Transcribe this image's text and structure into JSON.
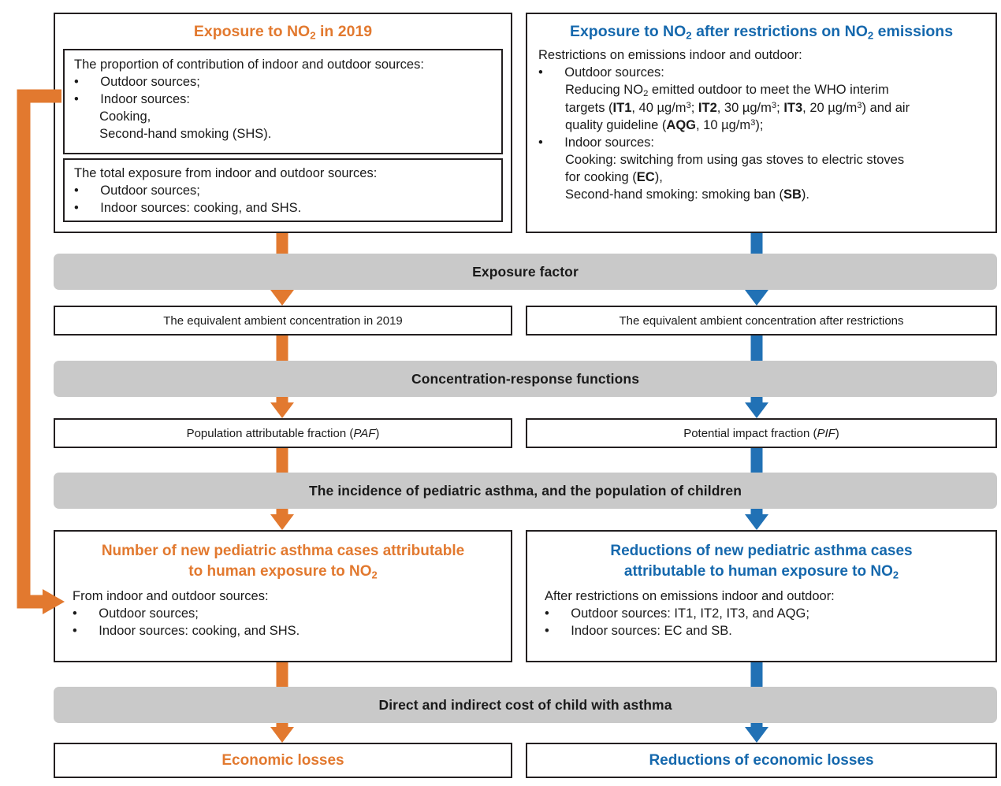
{
  "colors": {
    "orange": "#E2792F",
    "blue": "#2171B5",
    "title_blue": "#1568AD",
    "gray_bar": "#C9C9C9",
    "outline": "#231F20"
  },
  "left_column": {
    "title": "Exposure to NO2 in 2019",
    "box1": {
      "lead": "The proportion of contribution of indoor and outdoor sources:",
      "lines": [
        "•      Outdoor sources;",
        "•      Indoor sources:",
        "       Cooking,",
        "       Second-hand smoking (SHS)."
      ]
    },
    "box2": {
      "lead": "The total exposure from indoor and outdoor sources:",
      "lines": [
        "•      Outdoor sources;",
        "•      Indoor sources: cooking, and SHS."
      ]
    },
    "concentration_box": "The equivalent ambient concentration in 2019",
    "fraction_box": "Population attributable fraction (PAF)",
    "fraction_box_italic": "PAF",
    "result": {
      "title_line1": "Number of new pediatric asthma cases attributable",
      "title_line2": "to human exposure to NO2",
      "lead": "From indoor and outdoor sources:",
      "lines": [
        "•      Outdoor sources;",
        "•      Indoor sources: cooking, and SHS."
      ]
    },
    "final": "Economic losses"
  },
  "right_column": {
    "title": "Exposure to NO2 after restrictions on NO2 emissions",
    "box1": {
      "lead": "Restrictions on emissions indoor and outdoor:",
      "bullet1": "•      Outdoor sources:",
      "para1_a": "Reducing NO2 emitted outdoor to meet the WHO interim",
      "para1_b_parts": [
        "targets (",
        "IT1",
        ", 40 µg/m3; ",
        "IT2",
        ", 30 µg/m3; ",
        "IT3",
        ", 20 µg/m3) and air"
      ],
      "para1_c_parts": [
        "quality guideline (",
        "AQG",
        ", 10 µg/m3);"
      ],
      "bullet2": "•      Indoor sources:",
      "para2_a": "Cooking: switching from using gas stoves to electric stoves",
      "para2_b_parts": [
        "for cooking (",
        "EC",
        "),"
      ],
      "para2_c_parts": [
        "Second-hand smoking: smoking ban (",
        "SB",
        ")."
      ]
    },
    "concentration_box": "The equivalent ambient concentration after restrictions",
    "fraction_box": "Potential impact fraction (PIF)",
    "fraction_box_italic": "PIF",
    "result": {
      "title_line1": "Reductions of new pediatric asthma cases",
      "title_line2": "attributable to human exposure to NO2",
      "lead": "After restrictions on emissions indoor and outdoor:",
      "lines": [
        "•      Outdoor sources: IT1, IT2, IT3, and AQG;",
        "•      Indoor sources: EC and SB."
      ]
    },
    "final": "Reductions of economic losses"
  },
  "gray_bars": [
    "Exposure factor",
    "Concentration-response functions",
    "The incidence of pediatric asthma, and the population of children",
    "Direct and indirect cost of child with asthma"
  ]
}
